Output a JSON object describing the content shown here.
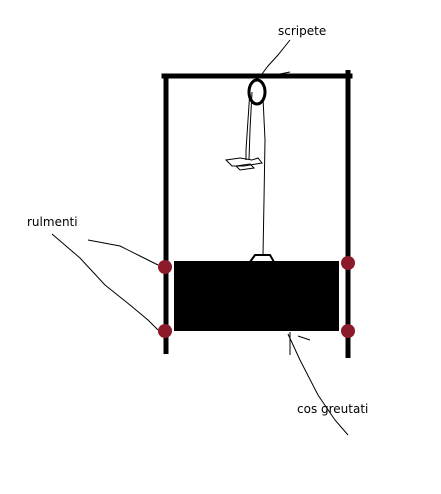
{
  "labels": {
    "pulley": "scripete",
    "bearings": "rulmenti",
    "weight_box": "cos greutati"
  },
  "colors": {
    "background": "#ffffff",
    "ink": "#000000",
    "bearing": "#8b1a2b"
  }
}
